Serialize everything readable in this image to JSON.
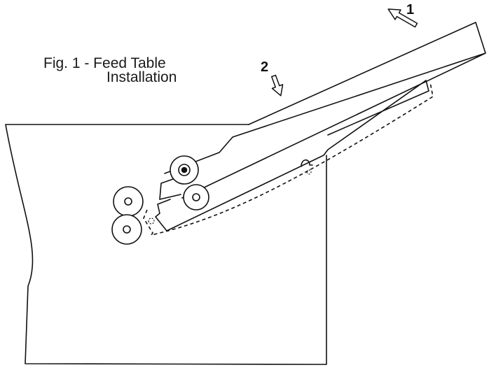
{
  "figure": {
    "caption_line1": "Fig. 1 - Feed Table",
    "caption_line2": "Installation",
    "step_labels": [
      "1",
      "2"
    ],
    "ink_color": "#111111",
    "background_color": "#ffffff"
  }
}
